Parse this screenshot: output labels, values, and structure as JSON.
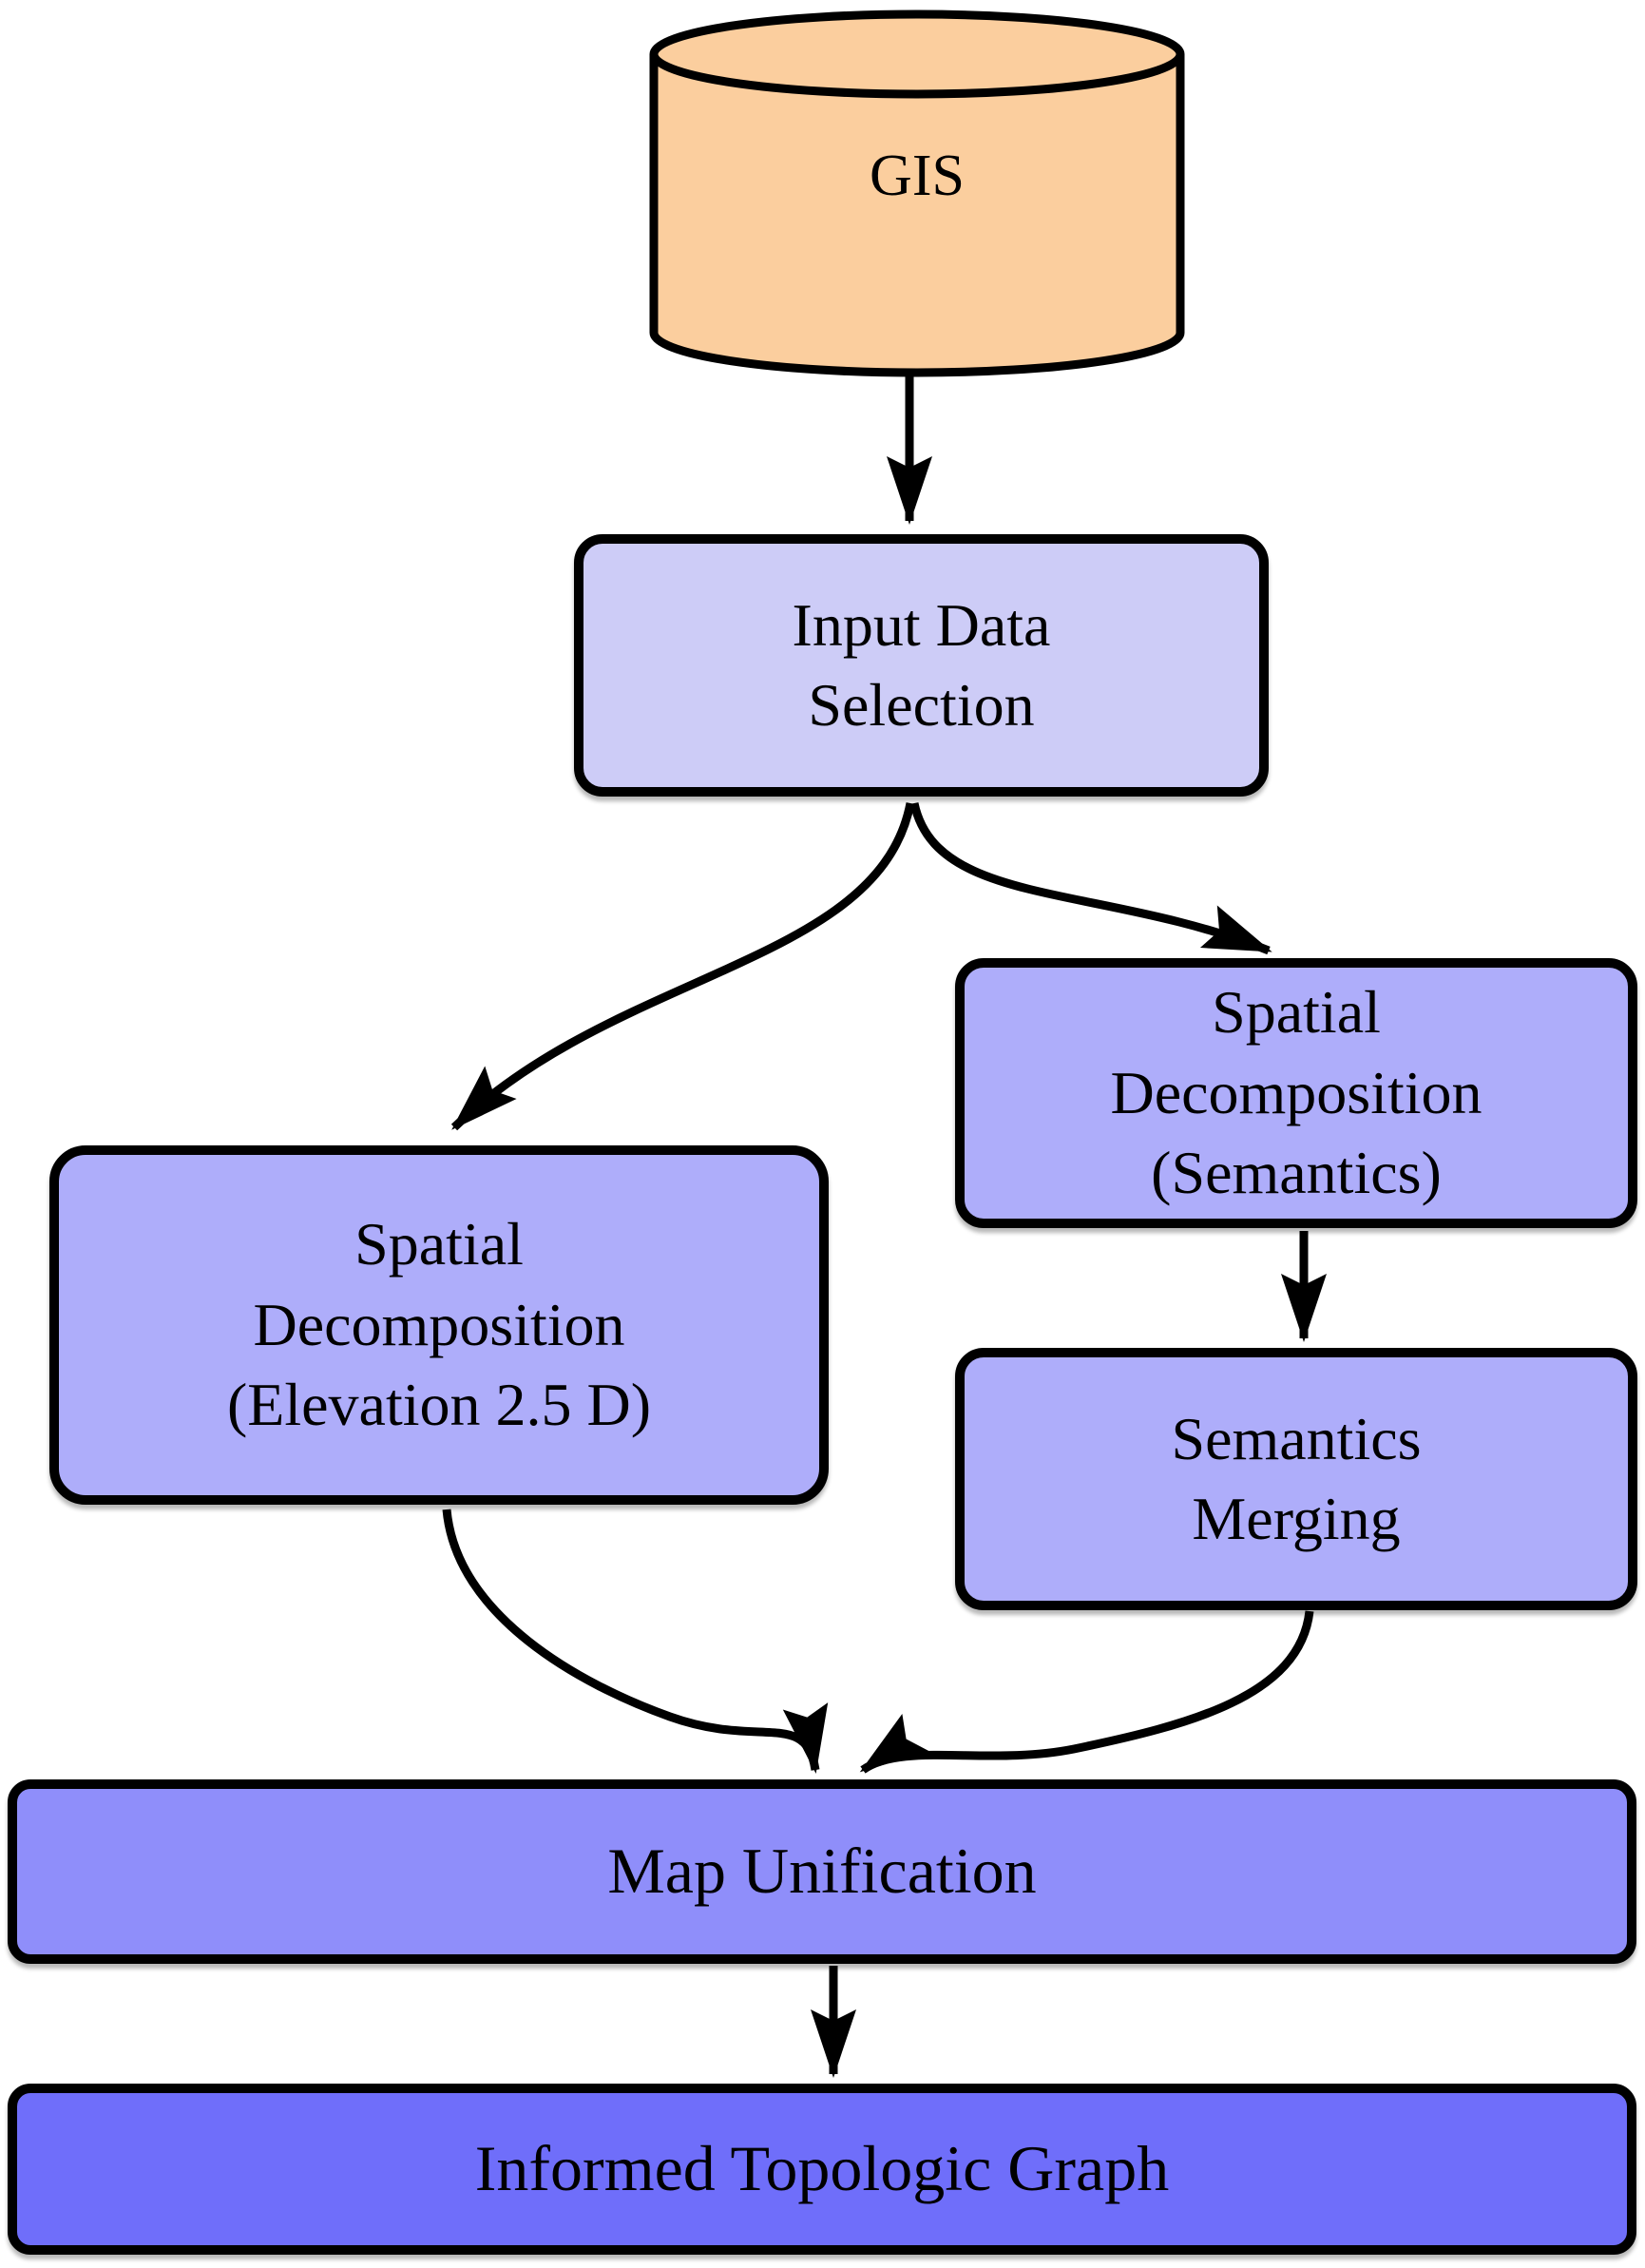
{
  "diagram": {
    "nodes": [
      {
        "id": "gis",
        "label": "GIS",
        "shape": "database-cylinder",
        "fill": "#fbce9e"
      },
      {
        "id": "input-data-selection",
        "label": "Input Data\nSelection",
        "shape": "rounded-rect",
        "fill": "#cdccf7"
      },
      {
        "id": "spatial-decomposition-elevation",
        "label": "Spatial\nDecomposition\n(Elevation 2.5 D)",
        "shape": "rounded-rect",
        "fill": "#aeadfa"
      },
      {
        "id": "spatial-decomposition-semantics",
        "label": "Spatial\nDecomposition\n(Semantics)",
        "shape": "rounded-rect",
        "fill": "#aeadfa"
      },
      {
        "id": "semantics-merging",
        "label": "Semantics\nMerging",
        "shape": "rounded-rect",
        "fill": "#aeadfa"
      },
      {
        "id": "map-unification",
        "label": "Map Unification",
        "shape": "rounded-rect-wide",
        "fill": "#8f8efa"
      },
      {
        "id": "informed-topologic-graph",
        "label": "Informed Topologic Graph",
        "shape": "rounded-rect-wide",
        "fill": "#6f6efa"
      }
    ],
    "edges": [
      {
        "from": "gis",
        "to": "input-data-selection"
      },
      {
        "from": "input-data-selection",
        "to": "spatial-decomposition-elevation"
      },
      {
        "from": "input-data-selection",
        "to": "spatial-decomposition-semantics"
      },
      {
        "from": "spatial-decomposition-semantics",
        "to": "semantics-merging"
      },
      {
        "from": "spatial-decomposition-elevation",
        "to": "map-unification"
      },
      {
        "from": "semantics-merging",
        "to": "map-unification"
      },
      {
        "from": "map-unification",
        "to": "informed-topologic-graph"
      }
    ],
    "colors": {
      "stroke": "#000000",
      "background": "#ffffff"
    }
  }
}
